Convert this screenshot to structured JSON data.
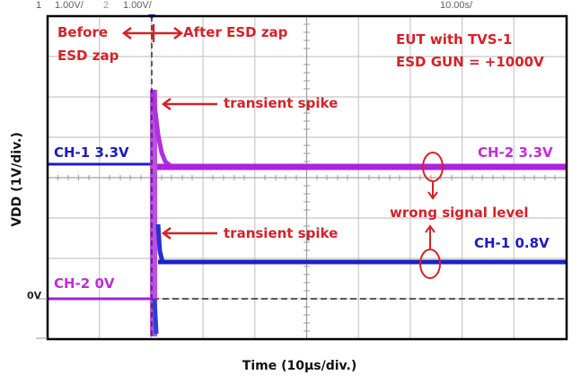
{
  "header": {
    "ch1_num": "1",
    "ch1_scale": "1.00V/",
    "ch2_num": "2",
    "ch2_scale": "1.00V/",
    "time_scale": "10.00s/"
  },
  "annotations": {
    "before": "Before",
    "before2": "ESD zap",
    "after": "After ESD zap",
    "eut": "EUT with TVS-1",
    "gun": "ESD GUN = +1000V",
    "spike_top": "transient spike",
    "spike_bottom": "transient spike",
    "wrong": "wrong signal level",
    "ch1_before": "CH-1   3.3V",
    "ch2_after": "CH-2  3.3V",
    "ch2_before": "CH-2    0V",
    "ch1_after": "CH-1  0.8V"
  },
  "axes": {
    "ylabel": "VDD (1V/div.)",
    "xlabel": "Time (10µs/div.)",
    "zero_label": "0V"
  },
  "colors": {
    "annotation_red": "#d42229",
    "ch1_blue": "#1c1cc2",
    "ch2_purple": "#b020e0",
    "grid": "#c8c8c8"
  },
  "chart_data": {
    "type": "line",
    "title": "ESD zap on EUT with TVS-1 (ESD GUN = +1000V)",
    "xlabel": "Time (10µs/div.)",
    "ylabel": "VDD (1V/div.)",
    "x_divisions": 10,
    "y_divisions": 8,
    "x_unit_per_div": "10µs",
    "y_unit_per_div": "1V",
    "zap_time_div": 2.0,
    "ylim_V": [
      -1,
      7
    ],
    "series": [
      {
        "name": "CH-1",
        "color": "#1c1cc2",
        "before_zap_V": 3.3,
        "after_zap_V": 0.8,
        "note": "wrong signal level after zap"
      },
      {
        "name": "CH-2",
        "color": "#b020e0",
        "before_zap_V": 0.0,
        "after_zap_V": 3.3,
        "note": "wrong signal level after zap"
      }
    ],
    "annotations": [
      "Before ESD zap",
      "After ESD zap",
      "transient spike",
      "transient spike",
      "wrong signal level",
      "EUT with TVS-1",
      "ESD GUN = +1000V"
    ],
    "grid": true
  }
}
